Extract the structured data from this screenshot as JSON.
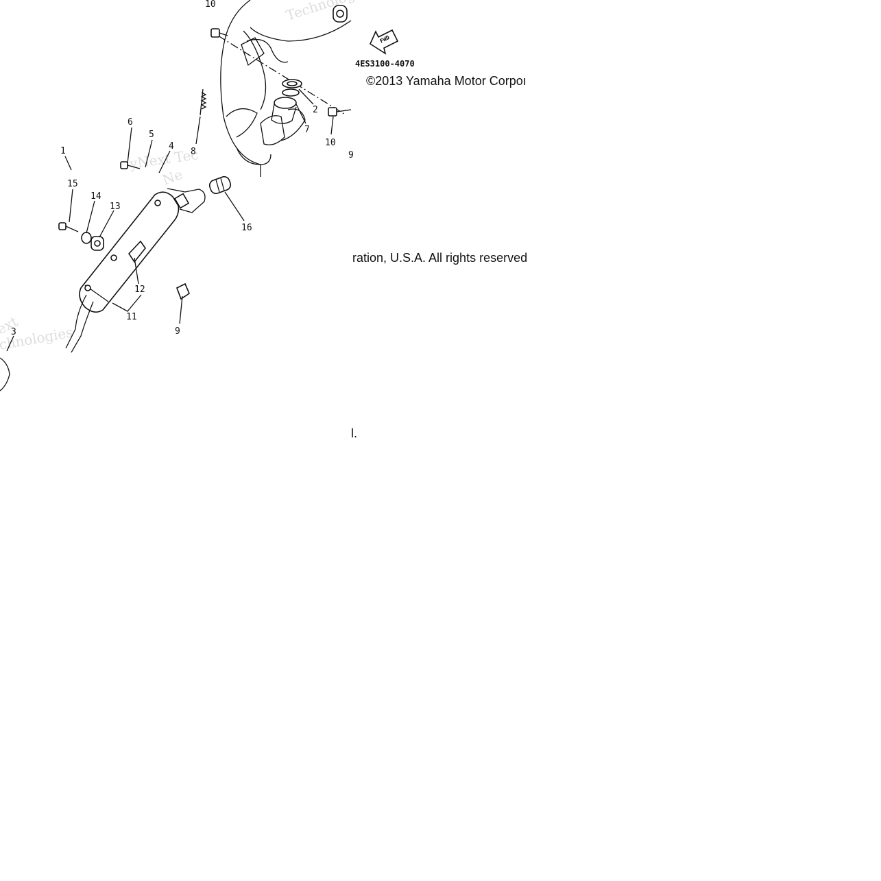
{
  "diagram": {
    "drawing_code": "4ES3100-4070",
    "fwd_label": "FWD",
    "watermarks": [
      "Technologies",
      "yNext Tec",
      "ext",
      "chnologies",
      "Ne"
    ],
    "callouts": [
      "10",
      "2",
      "7",
      "10",
      "8",
      "6",
      "5",
      "4",
      "1",
      "15",
      "14",
      "13",
      "16",
      "12",
      "11",
      "9",
      "3",
      "9"
    ]
  },
  "copyright": {
    "line1": "©2013 Yamaha Motor Corpoı",
    "line2": "ration, U.S.A. All rights reserved",
    "line3": "l."
  }
}
